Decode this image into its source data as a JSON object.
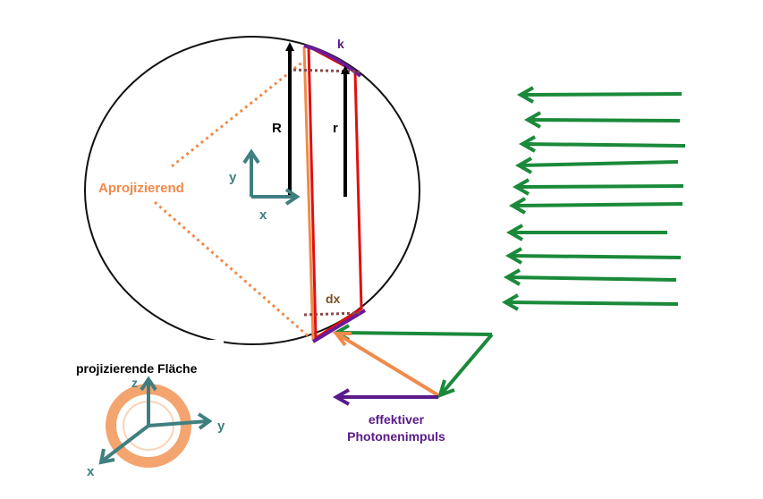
{
  "labels": {
    "k": "k",
    "R": "R",
    "r": "r",
    "y_axis_inner": "y",
    "x_axis_inner": "x",
    "a_projizierend": "Aprojizierend",
    "dx": "dx",
    "projizierende_flaeche": "projizierende Fläche",
    "z_axis_3d": "z",
    "y_axis_3d": "y",
    "x_axis_3d": "x",
    "effektiver_line1": "effektiver",
    "effektiver_line2": "Photonenimpuls"
  },
  "icons": {
    "incoming_photons": "green-arrow-icon",
    "axes": "axis-arrow-icon"
  },
  "colors": {
    "circle": "#111111",
    "strip": "#e01010",
    "arc": "#6a1b9a",
    "orange": "#f08a4b",
    "dotted_brown": "#8b4a4a",
    "axis_teal": "#3f7f7f",
    "photon_green": "#1a8a3a",
    "label_purple": "#5a1a8a",
    "label_brown": "#7a5020"
  }
}
